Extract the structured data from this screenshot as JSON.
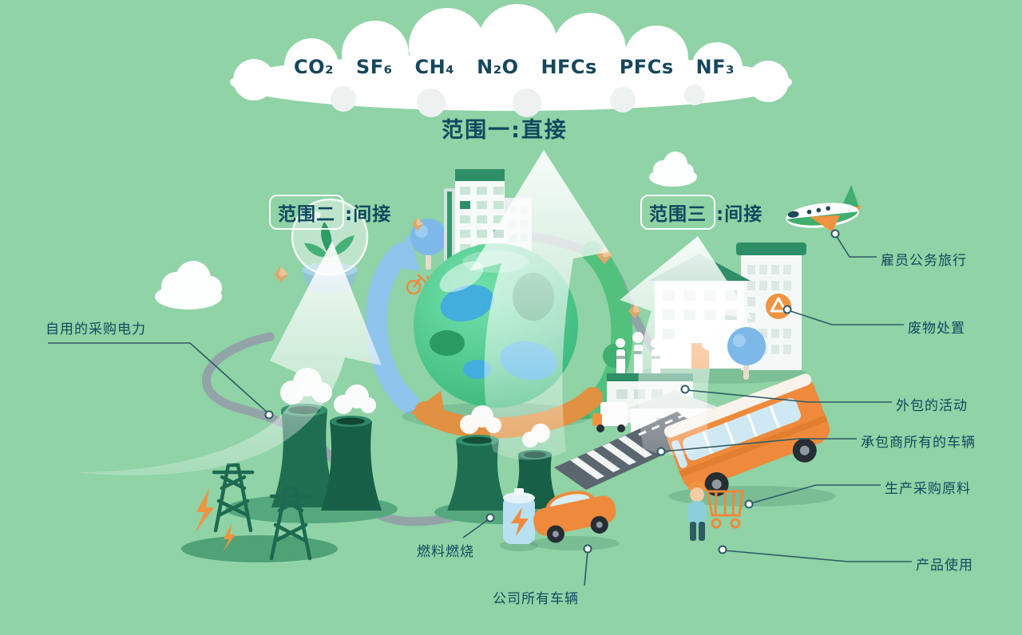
{
  "colors": {
    "background": "#8fd3a6",
    "heading_text": "#0f485e",
    "label_text": "#12485e",
    "accent_orange": "#ef8a3c",
    "accent_dark_green": "#1e6e52",
    "accent_blue": "#7db9e8",
    "road_gray": "#93a1a8",
    "arrow_white": "#ffffff"
  },
  "gas_cloud": {
    "gases": [
      "CO₂",
      "SF₆",
      "CH₄",
      "N₂O",
      "HFCs",
      "PFCs",
      "NF₃"
    ]
  },
  "scopes": {
    "scope1": {
      "label": "范围一:直接"
    },
    "scope2": {
      "boxed": "范围二",
      "suffix": ":间接"
    },
    "scope3": {
      "boxed": "范围三",
      "suffix": ":间接"
    }
  },
  "callouts": {
    "purchased_electricity": "自用的采购电力",
    "fuel_combustion": "燃料燃烧",
    "company_vehicles": "公司所有车辆",
    "employee_business_travel": "雇员公务旅行",
    "waste_disposal": "废物处置",
    "outsourced_activities": "外包的活动",
    "contractor_vehicles": "承包商所有的车辆",
    "purchased_materials": "生产采购原料",
    "product_use": "产品使用"
  }
}
